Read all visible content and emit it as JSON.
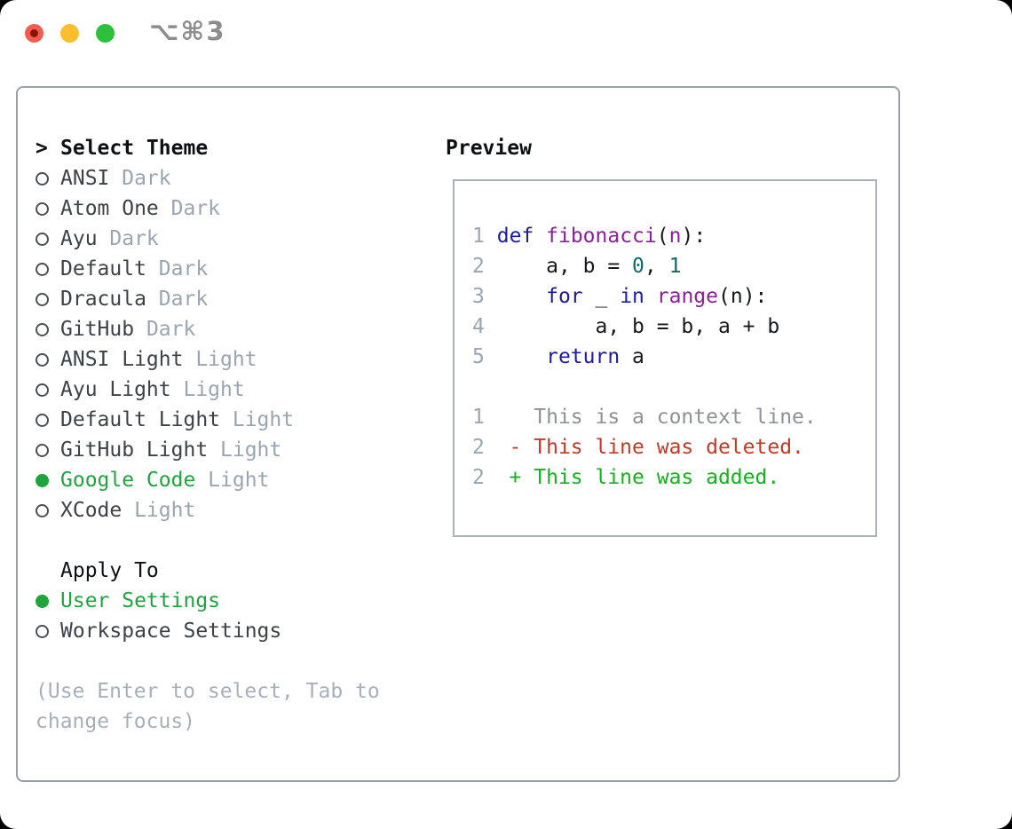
{
  "window": {
    "shortcut": "⌥⌘3",
    "traffic_lights": [
      {
        "name": "close",
        "color": "#f35c51",
        "inner": "#8c1307"
      },
      {
        "name": "minimize",
        "color": "#fcbd2f"
      },
      {
        "name": "zoom",
        "color": "#2dc03c"
      }
    ]
  },
  "panel": {
    "select_theme": {
      "prompt": ">",
      "title": "Select Theme",
      "themes": [
        {
          "name": "ANSI",
          "variant": "Dark",
          "selected": false
        },
        {
          "name": "Atom One",
          "variant": "Dark",
          "selected": false
        },
        {
          "name": "Ayu",
          "variant": "Dark",
          "selected": false
        },
        {
          "name": "Default",
          "variant": "Dark",
          "selected": false
        },
        {
          "name": "Dracula",
          "variant": "Dark",
          "selected": false
        },
        {
          "name": "GitHub",
          "variant": "Dark",
          "selected": false
        },
        {
          "name": "ANSI Light",
          "variant": "Light",
          "selected": false
        },
        {
          "name": "Ayu Light",
          "variant": "Light",
          "selected": false
        },
        {
          "name": "Default Light",
          "variant": "Light",
          "selected": false
        },
        {
          "name": "GitHub Light",
          "variant": "Light",
          "selected": false
        },
        {
          "name": "Google Code",
          "variant": "Light",
          "selected": true
        },
        {
          "name": "XCode",
          "variant": "Light",
          "selected": false
        }
      ]
    },
    "apply_to": {
      "title": "Apply To",
      "options": [
        {
          "name": "User Settings",
          "selected": true
        },
        {
          "name": "Workspace Settings",
          "selected": false
        }
      ]
    },
    "hint_lines": [
      "(Use Enter to select, Tab to",
      "change focus)"
    ]
  },
  "preview": {
    "title": "Preview",
    "code_lines": [
      {
        "num": "1",
        "tokens": [
          [
            "t",
            " "
          ],
          [
            "k",
            "def"
          ],
          [
            "t",
            " "
          ],
          [
            "f",
            "fibonacci"
          ],
          [
            "t",
            "("
          ],
          [
            "p",
            "n"
          ],
          [
            "t",
            "):"
          ]
        ]
      },
      {
        "num": "2",
        "tokens": [
          [
            "t",
            "     a, b = "
          ],
          [
            "n",
            "0"
          ],
          [
            "t",
            ", "
          ],
          [
            "n",
            "1"
          ]
        ]
      },
      {
        "num": "3",
        "tokens": [
          [
            "t",
            "     "
          ],
          [
            "k",
            "for"
          ],
          [
            "t",
            " _ "
          ],
          [
            "k",
            "in"
          ],
          [
            "t",
            " "
          ],
          [
            "f",
            "range"
          ],
          [
            "t",
            "(n):"
          ]
        ]
      },
      {
        "num": "4",
        "tokens": [
          [
            "t",
            "         a, b = b, a + b"
          ]
        ]
      },
      {
        "num": "5",
        "tokens": [
          [
            "t",
            "     "
          ],
          [
            "k",
            "return"
          ],
          [
            "t",
            " a"
          ]
        ]
      }
    ],
    "diff_lines": [
      {
        "num": "1",
        "type": "context",
        "text": "    This is a context line."
      },
      {
        "num": "2",
        "type": "deleted",
        "text": "  - This line was deleted."
      },
      {
        "num": "2",
        "type": "added",
        "text": "  + This line was added."
      }
    ],
    "colors": {
      "syntax": {
        "k": "#1d19a8",
        "f": "#8b209b",
        "p": "#8b209b",
        "n": "#0f6a6c",
        "t": "#16181d"
      },
      "diff": {
        "context": "#8e9197",
        "deleted": "#c23a27",
        "added": "#12b31d"
      },
      "line_number": "#9aa5b2"
    }
  },
  "ui_colors": {
    "selected_green": "#1fa43e",
    "theme_name": "#3d4249",
    "variant_label": "#9aa5b2",
    "hint": "#a7afba",
    "bullet_ring": "#4b5058"
  }
}
